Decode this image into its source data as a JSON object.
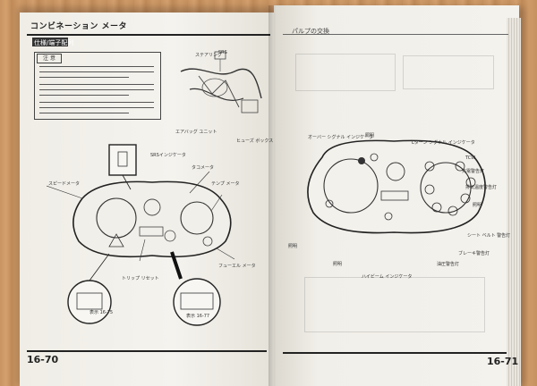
{
  "left_page": {
    "header_title": "コンビネーション メータ",
    "section_title": "仕様/端子配列",
    "note_badge": "注 意",
    "harness_labels": {
      "steering": "ステアリング",
      "srs_warning": "SRS",
      "airbag_unit": "エアバッグ ユニット",
      "fuse_box": "ヒューズ ボックス"
    },
    "gauge_labels": {
      "speedometer": "スピードメータ",
      "tachometer": "タコメータ",
      "temp_meter": "テンプ メータ",
      "fuel_meter": "フューエル メータ",
      "led_callout": "SRSインジケータ",
      "reset_knob": "トリップ リセット",
      "bottom_left": "表示 16-75",
      "bottom_center": "表示 16-77"
    },
    "page_number": "16-70"
  },
  "right_page": {
    "header_title": "パルプの交換",
    "gauge_labels": {
      "top_left": "オーバー シグナル インジケータ",
      "top_mid": "照明",
      "top_right": "Lターン シグナル インジケータ",
      "right_1": "TCW",
      "right_2": "充電警告灯",
      "right_3": "排気温度警告灯",
      "right_4": "照明",
      "right_5": "シート ベルト 警告灯",
      "right_6": "ブレーキ警告灯",
      "right_7": "油圧警告灯",
      "left_1": "照明",
      "bottom_left": "照明",
      "bottom_center": "ハイビーム インジケータ"
    },
    "page_number": "16-71"
  }
}
